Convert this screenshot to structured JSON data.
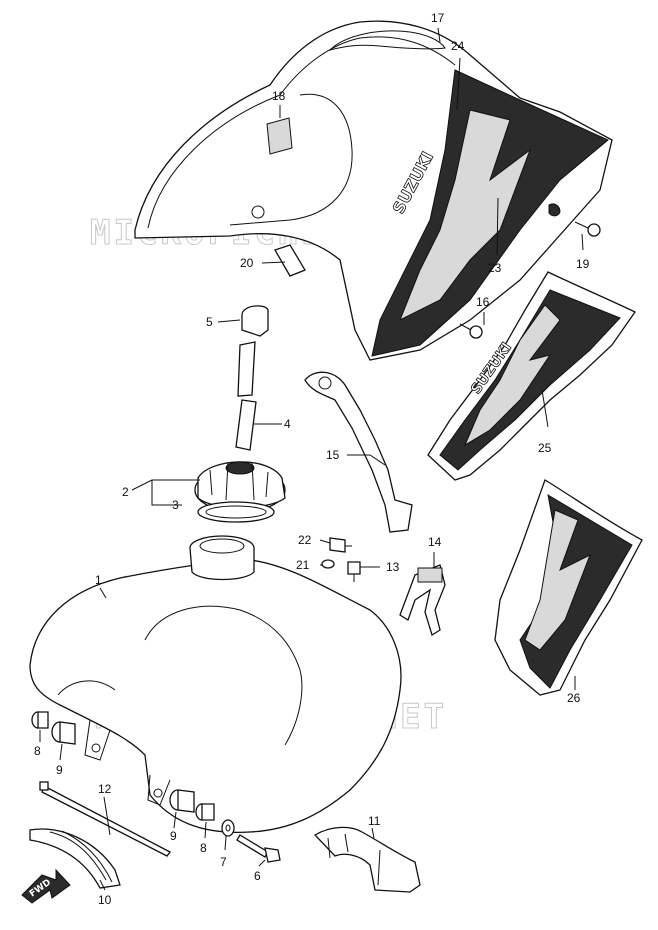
{
  "diagram": {
    "watermark": "MICROFICHES.NET",
    "brand_text": "SUZUKI",
    "fwd_label": "FWD",
    "callouts": [
      "1",
      "2",
      "3",
      "4",
      "5",
      "6",
      "7",
      "8",
      "9",
      "10",
      "11",
      "12",
      "13",
      "14",
      "15",
      "16",
      "17",
      "18",
      "19",
      "20",
      "21",
      "22",
      "23",
      "24",
      "25",
      "26"
    ],
    "line_color": "#111111",
    "watermark_color": "#c8c8c8"
  }
}
